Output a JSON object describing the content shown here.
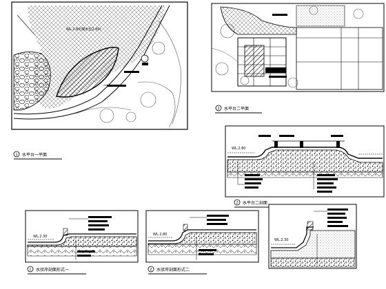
{
  "views": [
    {
      "id": "plan-1",
      "number": "1",
      "title": "水平台一平面"
    },
    {
      "id": "plan-2",
      "number": "2",
      "title": "水平台二平面"
    },
    {
      "id": "section-2",
      "number": "2",
      "title": "水平台二剖面"
    },
    {
      "id": "section-a",
      "number": "1",
      "title": "水驳岸剖面形式一"
    },
    {
      "id": "section-b",
      "number": "2",
      "title": "水驳岸剖面形式二"
    },
    {
      "id": "section-c",
      "number": "",
      "title": ""
    }
  ],
  "annotations": {
    "water_level_plan": "WL.2.80(常水位2.80)",
    "water_level_section_2": "WL.2.80",
    "water_level_section_a": "WL.2.30",
    "water_level_section_b": "WL.2.80",
    "water_level_section_c": "WL.2.30"
  }
}
